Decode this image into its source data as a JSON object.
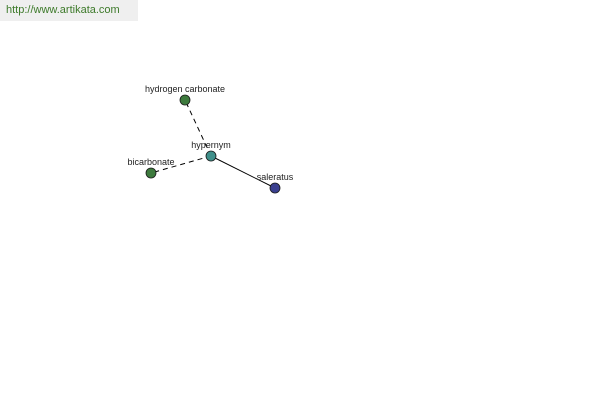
{
  "watermark": {
    "text": "http://www.artikata.com",
    "color": "#3d7a2a",
    "background": "#efefef"
  },
  "graph": {
    "nodes": [
      {
        "id": "hypernym",
        "label": "hypernym",
        "color": "#3f8f8a"
      },
      {
        "id": "hydrogen-carbonate",
        "label": "hydrogen carbonate",
        "color": "#3d7a3d"
      },
      {
        "id": "bicarbonate",
        "label": "bicarbonate",
        "color": "#3d7a3d"
      },
      {
        "id": "saleratus",
        "label": "saleratus",
        "color": "#3a3f8f"
      }
    ],
    "edges": [
      {
        "from": "hypernym",
        "to": "hydrogen-carbonate",
        "style": "dashed"
      },
      {
        "from": "hypernym",
        "to": "bicarbonate",
        "style": "dashed"
      },
      {
        "from": "hypernym",
        "to": "saleratus",
        "style": "solid"
      }
    ]
  }
}
